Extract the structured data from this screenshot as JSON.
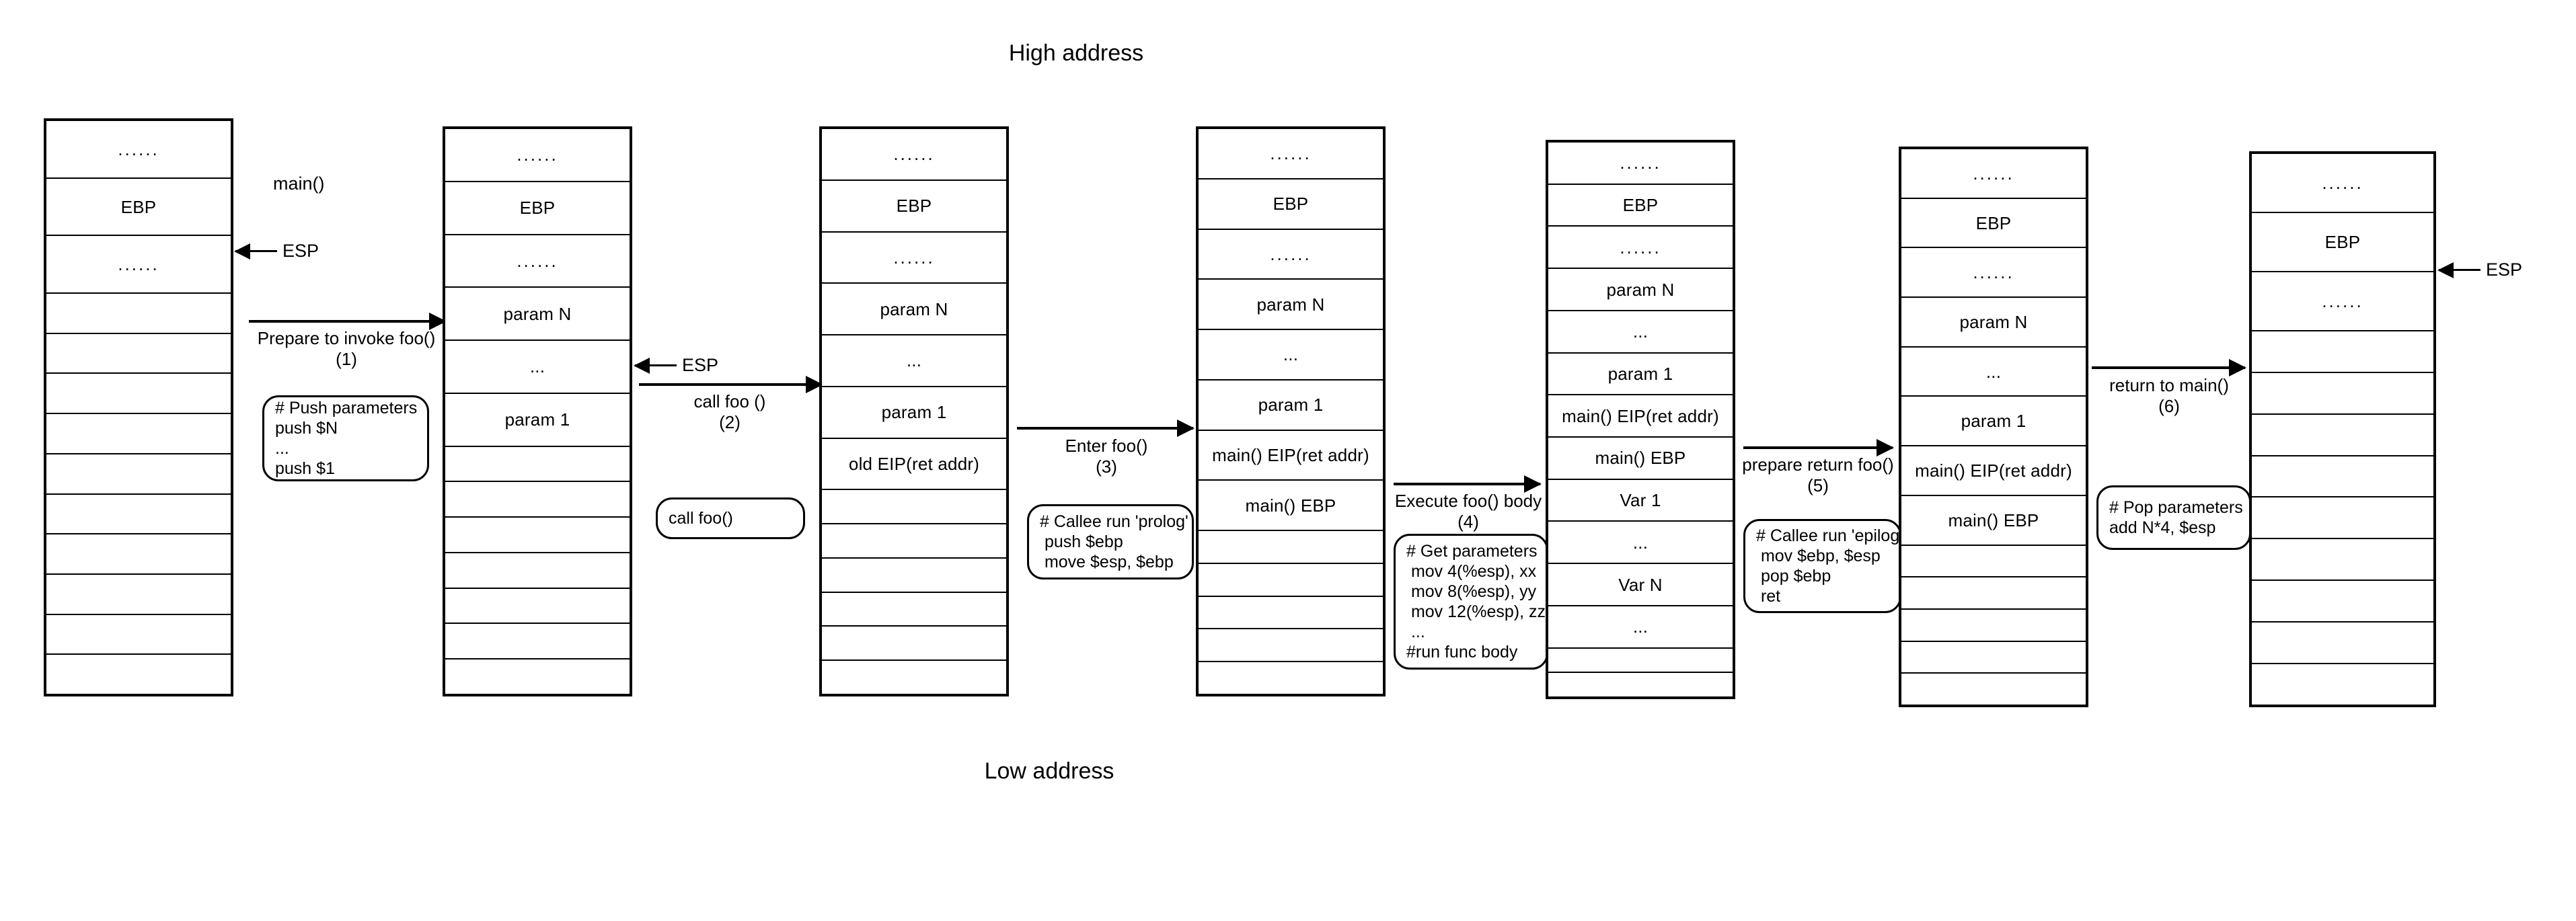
{
  "diagram": {
    "title_top": "High address",
    "title_bottom": "Low address",
    "caller_label": "main()",
    "esp_label": "ESP",
    "cell_tokens": {
      "dots6": "......",
      "dots3": "...",
      "ebp": "EBP",
      "param_n": "param N",
      "param_1": "param 1",
      "old_eip": "old EIP(ret addr)",
      "main_eip": "main() EIP(ret addr)",
      "main_ebp": "main() EBP",
      "var_1": "Var 1",
      "var_n": "Var N",
      "empty": ""
    },
    "stacks": [
      {
        "id": "stack-1-main-frame",
        "cells": [
          "......",
          "EBP",
          "......",
          "",
          "",
          "",
          "",
          "",
          "",
          "",
          "",
          "",
          ""
        ],
        "esp_row_index": 3
      },
      {
        "id": "stack-2-params-pushed",
        "cells": [
          "......",
          "EBP",
          "......",
          "param N",
          "...",
          "param 1",
          "",
          "",
          "",
          "",
          "",
          "",
          ""
        ],
        "esp_row_index": 6
      },
      {
        "id": "stack-3-return-addr-pushed",
        "cells": [
          "......",
          "EBP",
          "......",
          "param N",
          "...",
          "param 1",
          "old EIP(ret addr)",
          "",
          "",
          "",
          "",
          "",
          ""
        ],
        "esp_row_index": -1
      },
      {
        "id": "stack-4-callee-prolog",
        "cells": [
          "......",
          "EBP",
          "......",
          "param N",
          "...",
          "param 1",
          "main() EIP(ret addr)",
          "main() EBP",
          "",
          "",
          "",
          "",
          ""
        ],
        "esp_row_index": -1
      },
      {
        "id": "stack-5-callee-body",
        "cells": [
          "......",
          "EBP",
          "......",
          "param N",
          "...",
          "param 1",
          "main() EIP(ret addr)",
          "main() EBP",
          "Var 1",
          "...",
          "Var N",
          "...",
          "",
          ""
        ],
        "esp_row_index": -1
      },
      {
        "id": "stack-6-after-epilog",
        "cells": [
          "......",
          "EBP",
          "......",
          "param N",
          "...",
          "param 1",
          "main() EIP(ret addr)",
          "main() EBP",
          "",
          "",
          "",
          "",
          ""
        ],
        "esp_row_index": -1
      },
      {
        "id": "stack-7-back-in-main",
        "cells": [
          "......",
          "EBP",
          "......",
          "",
          "",
          "",
          "",
          "",
          "",
          "",
          "",
          ""
        ],
        "esp_row_index": 3
      }
    ],
    "steps": [
      {
        "id": "step-1",
        "caption": "Prepare to invoke foo()",
        "number": "(1)"
      },
      {
        "id": "step-2",
        "caption": "call foo ()",
        "number": "(2)"
      },
      {
        "id": "step-3",
        "caption": "Enter foo()",
        "number": "(3)"
      },
      {
        "id": "step-4",
        "caption": "Execute foo() body",
        "number": "(4)"
      },
      {
        "id": "step-5",
        "caption": "prepare return foo()",
        "number": "(5)"
      },
      {
        "id": "step-6",
        "caption": "return to main()",
        "number": "(6)"
      }
    ],
    "notes": [
      {
        "id": "note-push-parameters",
        "code": "# Push parameters\npush $N\n...\npush $1"
      },
      {
        "id": "note-call-foo",
        "code": "call foo()"
      },
      {
        "id": "note-callee-prolog",
        "code": "# Callee run 'prolog'\n push $ebp\n move $esp, $ebp"
      },
      {
        "id": "note-get-parameters",
        "code": "# Get parameters\n mov 4(%esp), xx\n mov 8(%esp), yy\n mov 12(%esp), zz\n ...\n#run func body"
      },
      {
        "id": "note-callee-epilog",
        "code": "# Callee run 'epilog'\n mov $ebp, $esp\n pop $ebp\n ret"
      },
      {
        "id": "note-pop-parameters",
        "code": "# Pop parameters\nadd N*4, $esp"
      }
    ]
  }
}
